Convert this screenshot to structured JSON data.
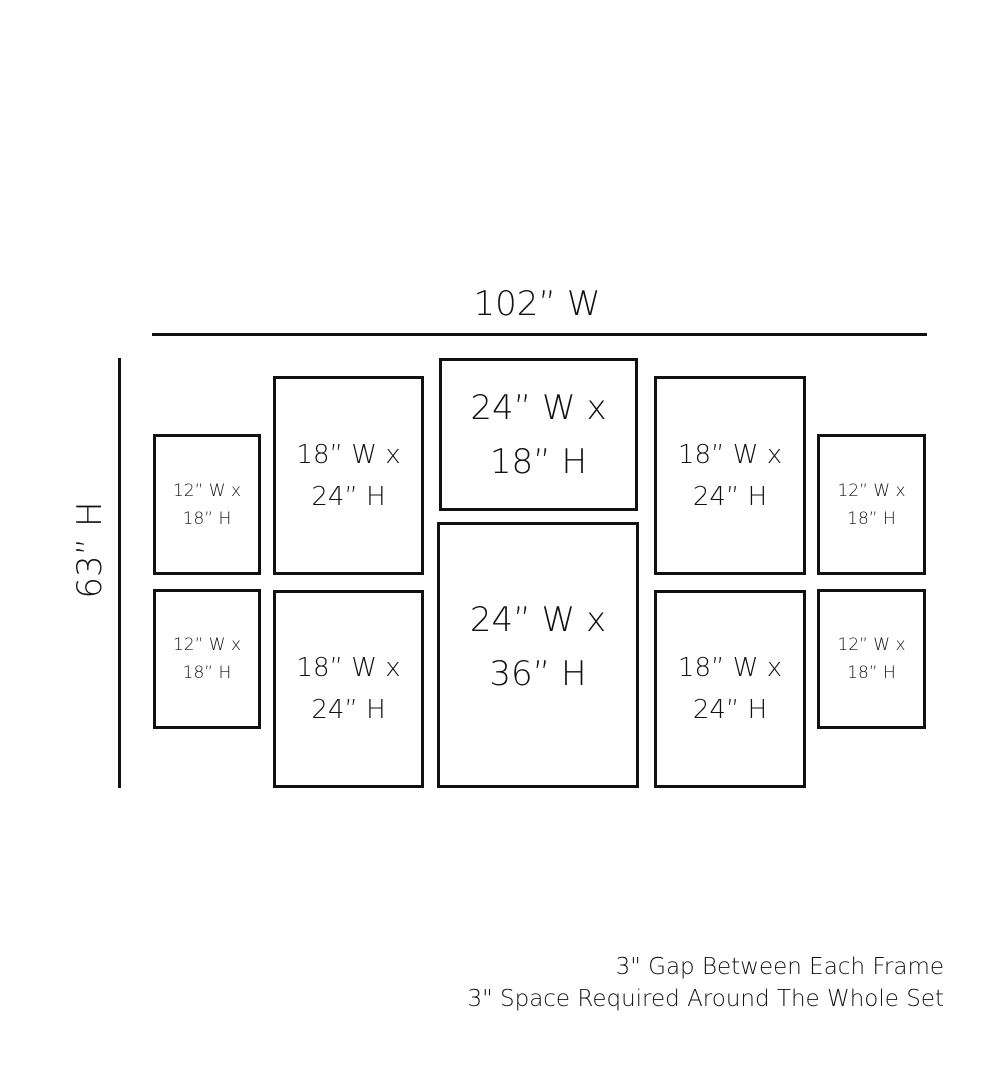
{
  "width_label": "102” W",
  "height_label": "63” H",
  "frames": [
    {
      "line1": "12” W x",
      "line2": "18” H"
    },
    {
      "line1": "12” W x",
      "line2": "18” H"
    },
    {
      "line1": "18” W x",
      "line2": "24” H"
    },
    {
      "line1": "18” W x",
      "line2": "24” H"
    },
    {
      "line1": "24” W x",
      "line2": "18” H"
    },
    {
      "line1": "24” W x",
      "line2": "36” H"
    },
    {
      "line1": "18” W x",
      "line2": "24” H"
    },
    {
      "line1": "18” W x",
      "line2": "24” H"
    },
    {
      "line1": "12” W x",
      "line2": "18” H"
    },
    {
      "line1": "12” W x",
      "line2": "18” H"
    }
  ],
  "notes": [
    "3\" Gap Between Each Frame",
    "3\" Space Required Around The Whole Set"
  ]
}
